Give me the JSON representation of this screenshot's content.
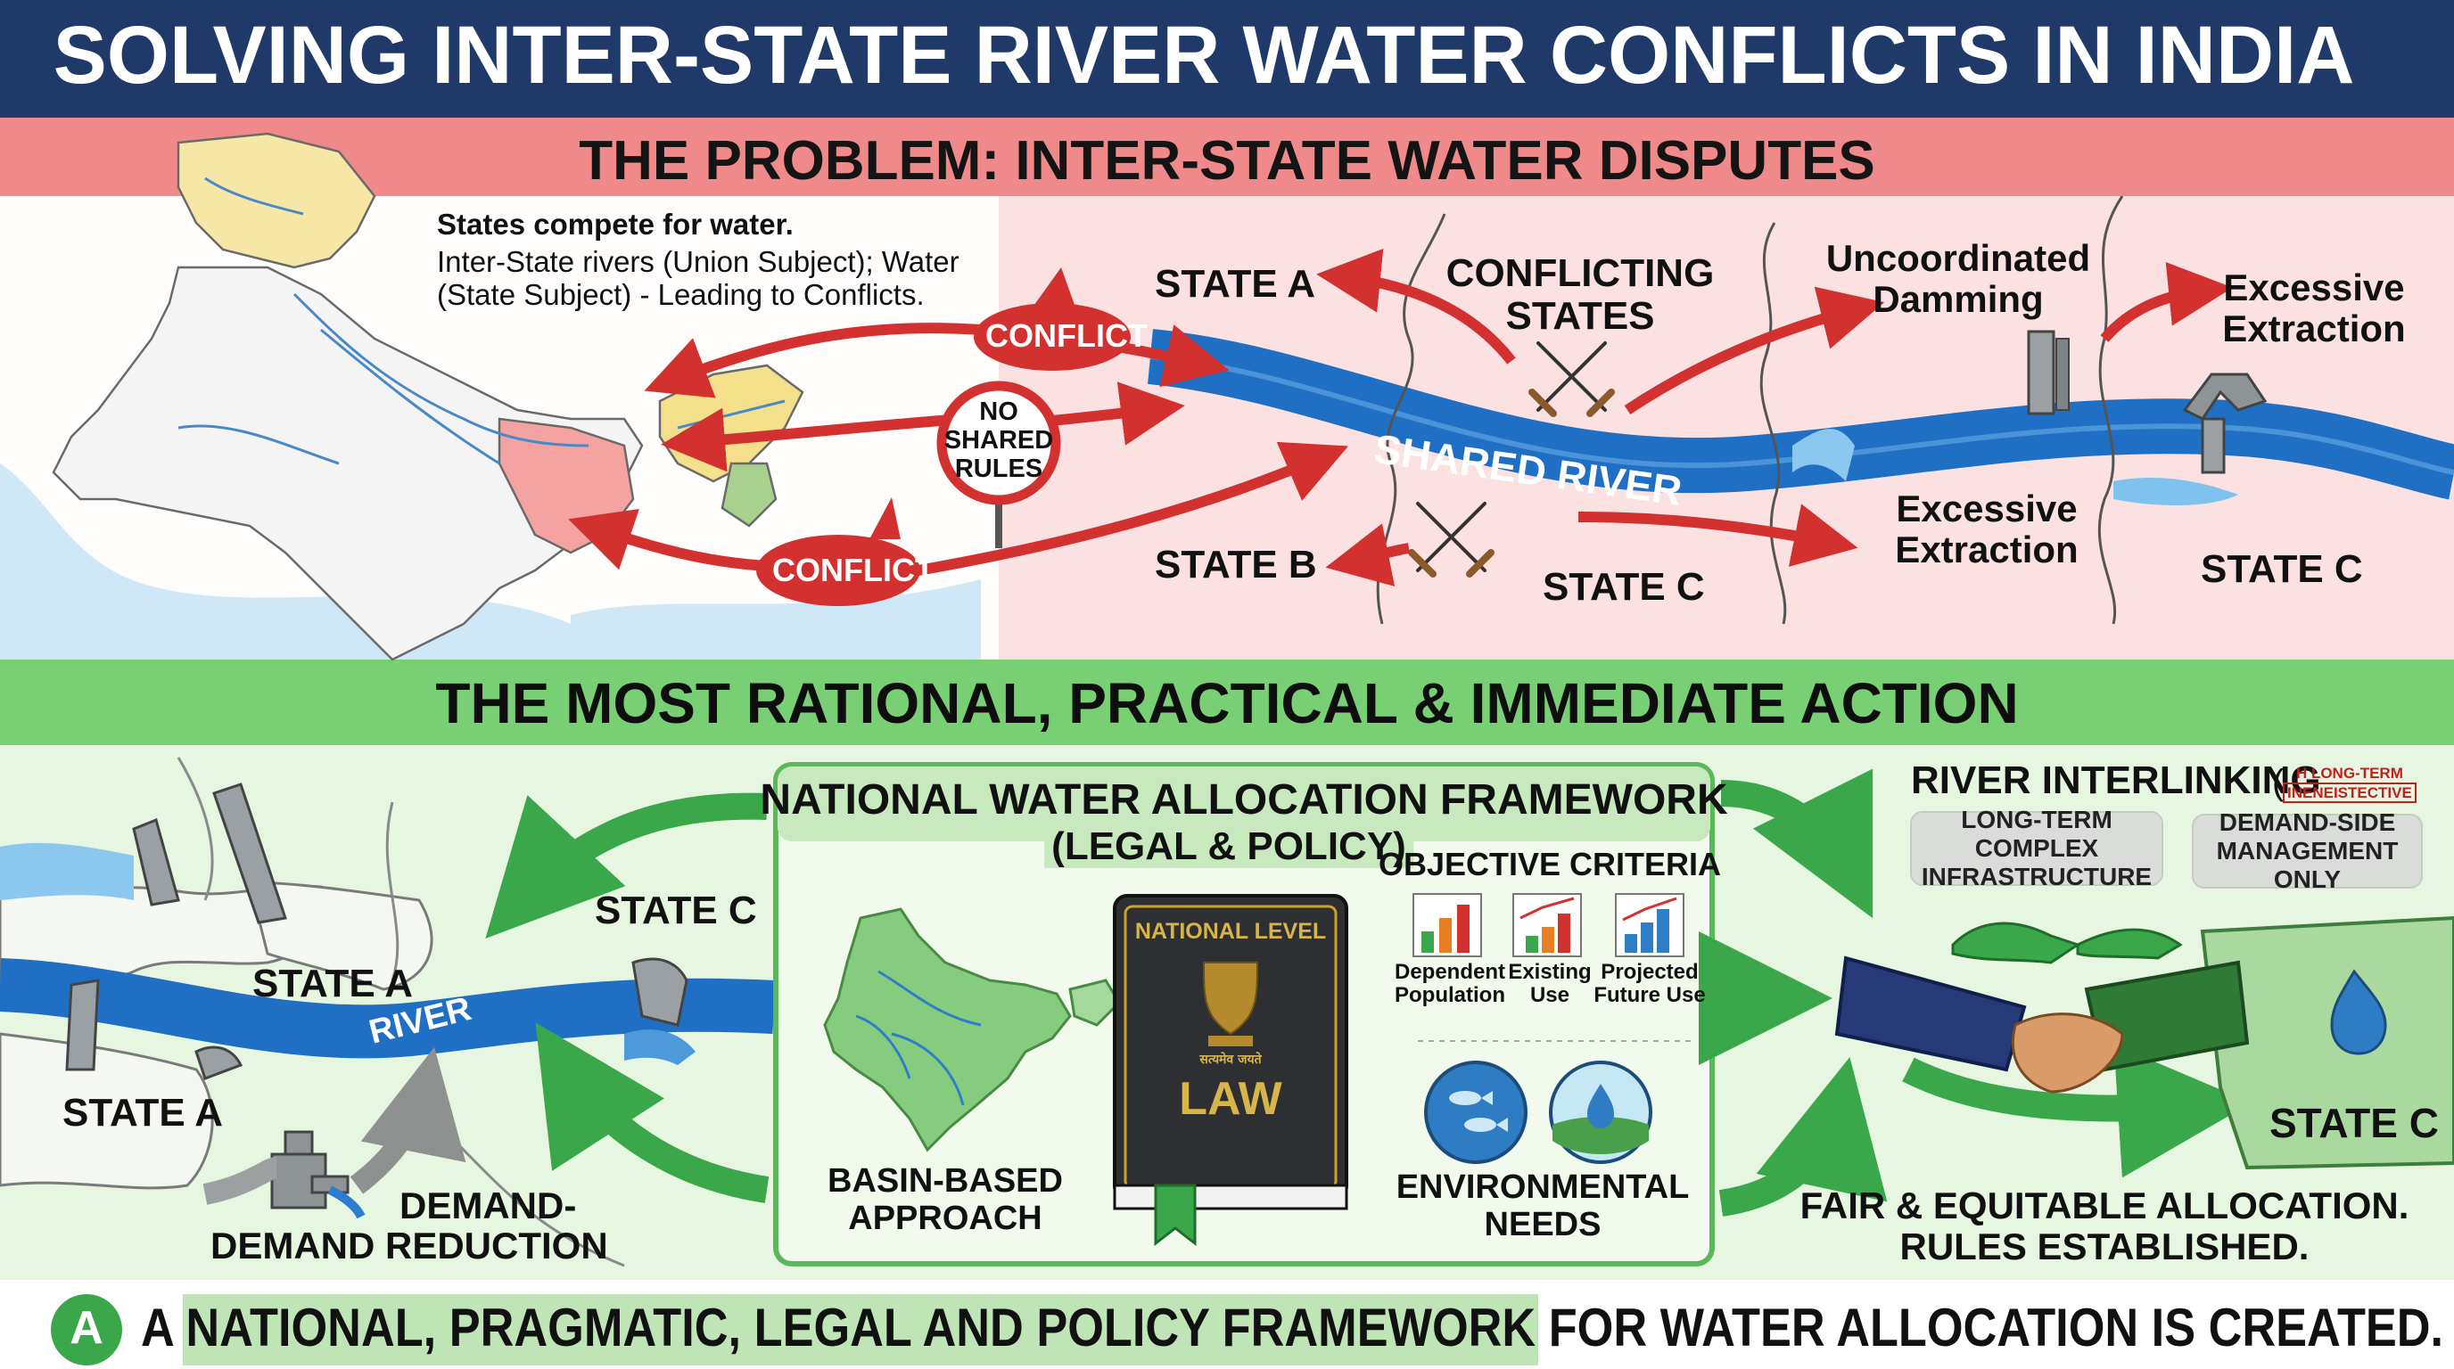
{
  "title": "SOLVING INTER-STATE RIVER WATER CONFLICTS IN INDIA",
  "problem": {
    "header": "THE PROBLEM: INTER-STATE WATER DISPUTES",
    "note_bold": "States compete for water.",
    "note_line1": "Inter-State rivers (Union Subject); Water",
    "note_line2": "(State Subject) - Leading to Conflicts.",
    "conflict_top": "CONFLICT",
    "conflict_bottom": "CONFLICT",
    "no_rules": [
      "NO",
      "SHARED",
      "RULES"
    ],
    "state_a": "STATE A",
    "state_b": "STATE B",
    "state_c_mid": "STATE C",
    "state_c_right": "STATE C",
    "conflicting": [
      "CONFLICTING",
      "STATES"
    ],
    "uncoordinated": [
      "Uncoordinated",
      "Damming"
    ],
    "excessive_top": [
      "Excessive",
      "Extraction"
    ],
    "excessive_mid": [
      "Excessive",
      "Extraction"
    ],
    "shared_river": "SHARED RIVER"
  },
  "action": {
    "header": "THE MOST RATIONAL, PRACTICAL & IMMEDIATE ACTION",
    "left": {
      "state_c": "STATE C",
      "state_a_upper": "STATE A",
      "state_a_lower": "STATE A",
      "river": "RIVER",
      "demand": [
        "DEMAND-",
        "DEMAND REDUCTION"
      ]
    },
    "framework": {
      "title": "NATIONAL WATER ALLOCATION FRAMEWORK",
      "subtitle": "(LEGAL & POLICY)",
      "basin": [
        "BASIN-BASED",
        "APPROACH"
      ],
      "book_top": "NATIONAL LEVEL",
      "book_small": "सत्यमेव जयते",
      "book_law": "LAW",
      "criteria_title": "OBJECTIVE CRITERIA",
      "criteria": [
        {
          "l1": "Dependent",
          "l2": "Population"
        },
        {
          "l1": "Existing",
          "l2": "Use"
        },
        {
          "l1": "Projected",
          "l2": "Future Use"
        }
      ],
      "env": [
        "ENVIRONMENTAL",
        "NEEDS"
      ]
    },
    "right": {
      "interlinking": "RIVER INTERLINKING",
      "interlinking_note": [
        "H LONG-TERM",
        "INENEISTECTIVE"
      ],
      "tag_left": [
        "LONG-TERM COMPLEX",
        "INFRASTRUCTURE"
      ],
      "tag_right": [
        "DEMAND-SIDE",
        "MANAGEMENT ONLY"
      ],
      "state_c": "STATE C",
      "fair": [
        "FAIR & EQUITABLE ALLOCATION.",
        "RULES ESTABLISHED."
      ]
    }
  },
  "footer": {
    "badge": "A",
    "highlight": "A NATIONAL, PRAGMATIC, LEGAL AND POLICY FRAMEWORK",
    "rest": " FOR WATER ALLOCATION IS CREATED."
  },
  "colors": {
    "navy": "#1f3a68",
    "problem_band": "#f08a8a",
    "problem_bg": "#fbe1e1",
    "action_band": "#79cf74",
    "action_bg": "#e6f6e1",
    "river": "#1f6fc4",
    "conflict_red": "#d3312f",
    "green_arrow": "#3aa84a"
  }
}
